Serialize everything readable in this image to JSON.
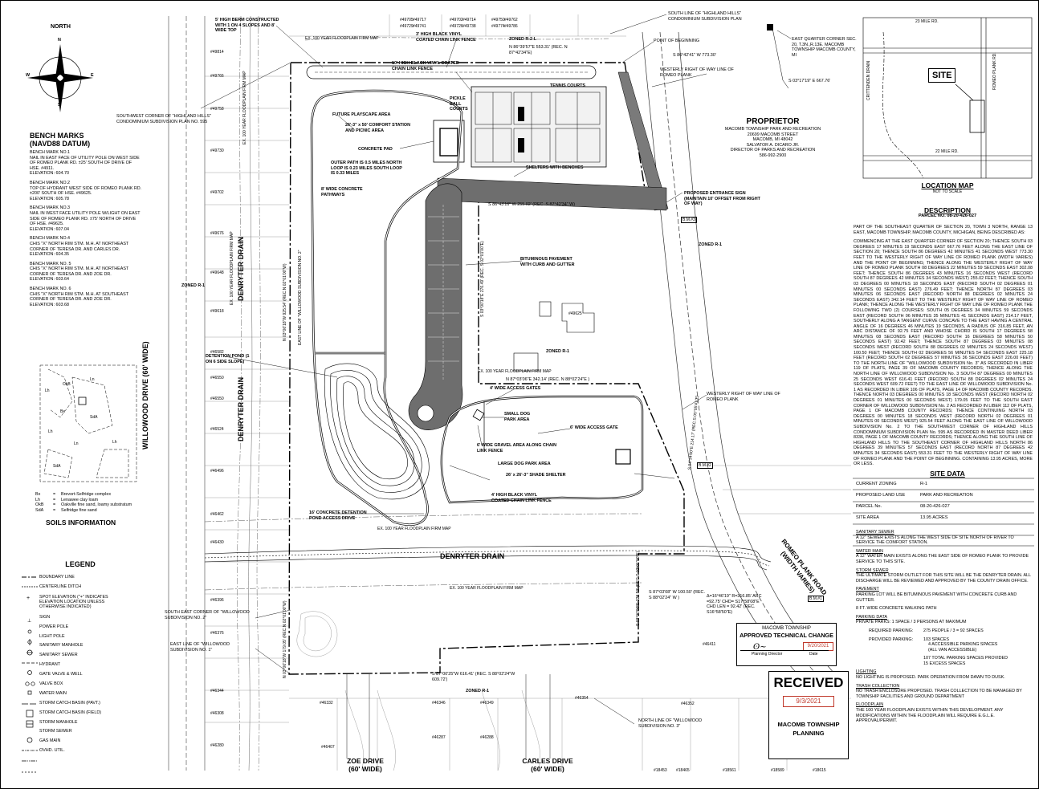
{
  "north_arrow": {
    "north_label": "NORTH",
    "n": "N",
    "s": "S",
    "e": "E",
    "w": "W"
  },
  "bench_marks": {
    "title": "BENCH MARKS",
    "datum": "(NAVD88 DATUM)",
    "items": [
      {
        "name": "BENCH MARK NO.1",
        "text": "NAIL IN EAST FACE OF UTILITY POLE ON WEST SIDE OF ROMEO PLANK RD. ±25' SOUTH OF DRIVE OF HSE. #4911.",
        "elev": "ELEVATION: 604.70"
      },
      {
        "name": "BENCH MARK NO.2",
        "text": "TOP OF HYDRANT WEST SIDE OF ROMEO PLANK RD. ±200' SOUTH OF HSE. #49625.",
        "elev": "ELEVATION: 605.78"
      },
      {
        "name": "BENCH MARK NO.3",
        "text": "NAIL IN WEST FACE UTILITY POLE W/LIGHT ON EAST SIDE OF ROMEO PLANK RD. ±75' NORTH OF DRIVE OF HSE. #49625.",
        "elev": "ELEVATION: 607.04"
      },
      {
        "name": "BENCH MARK NO.4",
        "text": "CHIS \"X\" NORTH RIM STM. M.H. AT NORTHEAST CORNER OF TERESA DR. AND CARLES DR.",
        "elev": "ELEVATION: 604.35"
      },
      {
        "name": "BENCH MARK NO. 5",
        "text": "CHIS \"X\" NORTH RIM STM. M.H. AT NORTHEAST CORNER OF TERESA DR. AND ZOE DR.",
        "elev": "ELEVATION: 603.64"
      },
      {
        "name": "BENCH MARK NO. 6",
        "text": "CHIS \"X\" NORTH RIM STM. M.H. AT SOUTHEAST CORNER OF TERESA DR. AND ZOE DR.",
        "elev": "ELEVATION: 603.68"
      }
    ]
  },
  "soils": {
    "title": "SOILS INFORMATION",
    "map_labels": [
      "Ln",
      "OkB",
      "Lh",
      "Bx",
      "SdA",
      "Lh",
      "Lh",
      "SdA",
      "Ln"
    ],
    "items": [
      {
        "code": "Bx",
        "desc": "Brevort-Selfridge complex"
      },
      {
        "code": "Lh",
        "desc": "Lenawee clay loam"
      },
      {
        "code": "OkB",
        "desc": "Oakville fine sand, loamy substratum"
      },
      {
        "code": "SdA",
        "desc": "Selfridge fine sand"
      }
    ]
  },
  "legend": {
    "title": "LEGEND",
    "items": [
      "BOUNDARY LINE",
      "CENTERLINE DITCH",
      "SPOT ELEVATION (\"+\" INDICATES ELEVATION LOCATION UNLESS OTHERWISE INDICATED)",
      "SIGN",
      "POWER POLE",
      "LIGHT POLE",
      "SANITARY MANHOLE",
      "SANITARY SEWER",
      "HYDRANT",
      "GATE VALVE & WELL",
      "VALVE BOX",
      "WATER MAIN",
      "STORM CATCH BASIN (PAVT.)",
      "STORM CATCH BASIN (FIELD)",
      "STORM MANHOLE",
      "STORM SEWER",
      "GAS MAIN",
      "OVHD. UTIL."
    ]
  },
  "roads": {
    "willowood": "WILLOWOOD DRIVE",
    "willowood_width": "(60' WIDE)",
    "zoe": "ZOE DRIVE",
    "zoe_width": "(60' WIDE)",
    "carles": "CARLES DRIVE",
    "carles_width": "(60' WIDE)",
    "romeo": "ROMEO PLANK ROAD",
    "romeo_width": "(WIDTH VARIES)",
    "denryter": "DENRYTER DRAIN",
    "denryter_west": "DENRYTER DRAIN"
  },
  "callouts": {
    "berm": "5' HIGH BERM CONSTRUCTED WITH 1 ON 4 SLOPES AND 8' WIDE TOP",
    "floodplain": "EX. 100 YEAR FLOODPLAIN FIRM MAP",
    "vinyl_3": "3' HIGH BLACK VINYL COATED CHAIN LINK FENCE",
    "zoned_r2l": "ZONED R-2-L",
    "north_bearing": "N 86°39'57\"E 553.31' (REC. N 87°42'34\"E)",
    "vinyl_10": "10' HIGH BLACK VINYL COATED CHAIN LINK FENCE",
    "tennis": "TENNIS COURTS",
    "pickle": "PICKLE BALL COURTS",
    "playscape": "FUTURE PLAYSCAPE AREA",
    "comfort": "26'-3\" x 50' COMFORT STATION AND PICNIC AREA",
    "pad": "CONCRETE PAD",
    "paths": "OUTER PATH IS 0.5 MILES NORTH LOOP IS 0.23 MILES SOUTH LOOP IS 0.33 MILES",
    "pathways": "8' WIDE CONCRETE PATHWAYS",
    "shelters": "SHELTERS WITH BENCHES",
    "southwest_corner": "SOUTHWEST CORNER OF \"HIGHLAND HILLS\" CONDOMINIUM SUBDIVISION PLAN NO. 595",
    "south_line": "SOUTH LINE OF \"HIGHLAND HILLS\" CONDOMINIUM SUBDIVISION PLAN",
    "pob": "POINT OF BEGINNING",
    "east_quarter": "EAST QUARTER CORNER SEC. 20, T.3N.,R.13E. MACOMB TOWNSHIP MACOMB COUNTY, MI",
    "bearing_top": "S 86°42'41\" W 773.30'",
    "westerly_row": "WESTERLY RIGHT OF WAY LINE OF ROMEO PLANK",
    "bearing_east": "S 03°17'19\" E 667.76'",
    "entrance_sign": "PROPOSED ENTRANCE SIGN (MAINTAIN 10' OFFSET FROM RIGHT OF WAY)",
    "bituminous": "BITUMINOUS PAVEMENT WITH CURB AND GUTTER",
    "zoned_r1_center": "ZONED R-1",
    "zoned_r1_east": "ZONED R-1",
    "zoned_r1_west": "ZONED R-1",
    "zoned_r1_south": "ZONED R-1",
    "detention": "DETENTION POND (1 ON 6 SIDE SLOPE)",
    "access_gates": "4' WIDE ACCESS GATES",
    "small_dog": "SMALL DOG PARK AREA",
    "access_gate": "6' WIDE ACCESS GATE",
    "gravel": "6' WIDE GRAVEL AREA ALONG CHAIN LINK FENCE",
    "large_dog": "LARGE DOG PARK AREA",
    "shade": "26' x 26'-3\" SHADE SHELTER",
    "vinyl_4": "4' HIGH BLACK VINYL COATED CHAIN LINK FENCE",
    "pond_access": "16' CONCRETE DETENTION POND ACCESS DRIVE",
    "westerly_row_2": "WESTERLY RIGHT OF WAY LINE OF ROMEO PLANK",
    "se_corner_2": "SOUTH EAST CORNER OF \"WILLOWOOD SUBDIVISION NO. 2\"",
    "east_line_1": "EAST LINE OF \"WILLOWOOD SUBDIVISION NO. 1\"",
    "north_line_3": "NORTH LINE OF \"WILLOWOOD SUBDIVISION NO. 3\"",
    "arc_data": "Δ=16°46'19\" R=316.85' ARC =92.75' CHD= S17°58'08\"E CHD LEN = 92.42' (REC. S16°58'50\"E)",
    "bearing_se": "S 87°03'08\" W 100.50' (REC. S 88°02'24\" W )",
    "bearing_south": "S 87°00'25\"W 616.41' (REC. S 88°02'24\"W 609.72')",
    "bearing_mid": "S 86°43'16\" W 255.02' (REC. S 87°42'34\" W)",
    "bearing_mid2": "N 87°03'06\"E 342.14' (REC. N 88°02'24\"E )",
    "bearing_west": "N 03°06'18\"W 925.54' (REC.N 02°01'00\"W)",
    "east_line_2": "EAST LINE OF \"WILLOWOOD SUBDIVISION NO. 2\"",
    "bearing_east2": "S 04°34'00\"E 214.17' (REC.S 05°05'41\"E)",
    "bearing_inner": "S 03°00'18\"E 276.49' (REC. S 02°01'00\"E)",
    "bearing_sw": "N 03°06'18\"W 179.05' (REC.N 02°01'00\"W)",
    "bearing_se2": "S 03°00'00\"E 228.53' (REC.S 02°01'00\"E)"
  },
  "bm_tags": [
    "B.M.#3",
    "B.M.#2",
    "B.M.#1"
  ],
  "lot_labels": [
    "#49705",
    "#49717",
    "#49729",
    "#49741",
    "#49702",
    "#49714",
    "#49726",
    "#49738",
    "#49750",
    "#49762",
    "#49774",
    "#49786",
    "#49814",
    "#49766",
    "#49758",
    "#49730",
    "#49702",
    "#49676",
    "#49648",
    "#49618",
    "#46582",
    "#46550",
    "#46550",
    "#46524",
    "#46496",
    "#46462",
    "#46430",
    "#46396",
    "#46376",
    "#46344",
    "#46308",
    "#46280",
    "#46332",
    "#46346",
    "#46349",
    "#46354",
    "#46352",
    "#46411",
    "#46407",
    "#46287",
    "#46288",
    "#18453",
    "#18465",
    "#18561",
    "#18589",
    "#18615",
    "#49625"
  ],
  "proprietor": {
    "title": "PROPRIETOR",
    "lines": [
      "MACOMB TOWNSHIP PARK AND RECREATION",
      "20699 MACOMB STREET",
      "MACOMB, MI  48042",
      "SALVATOR A. DICARO JR.",
      "DIRECTOR OF PARKS AND RECREATION",
      "586-992-2900"
    ]
  },
  "location_map": {
    "title": "LOCATION MAP",
    "subtitle": "NOT TO SCALE",
    "site": "SITE",
    "road_23": "23 MILE RD.",
    "road_22": "22 MILE RD.",
    "crittenden": "CRITTENDEN DRAIN",
    "romeo": "ROMEO PLANK RD."
  },
  "description": {
    "title": "DESCRIPTION",
    "parcel": "PARCEL NO. 08-20-426-027",
    "p1": "PART OF THE SOUTHEAST QUARTER OF SECTION 20, TOWN 3 NORTH, RANGE 13 EAST, MACOMB TOWNSHIP, MACOMB COUNTY, MICHIGAN, BEING DESCRIBED AS:",
    "p2": "COMMENCING AT THE EAST QUARTER CORNER OF SECTION 20; THENCE SOUTH 03 DEGREES 17 MINUTES 19 SECONDS EAST 667.76 FEET ALONG THE EAST LINE OF SECTION 20; THENCE SOUTH 86 DEGREES 42 MINUTES 41 SECONDS WEST 773.30 FEET TO THE WESTERLY RIGHT OF WAY LINE OF ROMEO PLANK (WIDTH VARIES) AND THE POINT OF BEGINNING; THENCE ALONG THE WESTERLY RIGHT OF WAY LINE OF ROMEO PLANK SOUTH 08 DEGREES 22 MINUTES 59 SECONDS EAST 302.08 FEET; THENCE SOUTH 86 DEGREES 43 MINUTES 16 SECONDS WEST (RECORD SOUTH 87 DEGREES 42 MINUTES 34 SECONDS WEST) 255.02 FEET; THENCE SOUTH 03 DEGREES 00 MINUTES 18 SECONDS EAST (RECORD SOUTH 02 DEGREES 01 MINUTES 00 SECONDS EAST) 276.49 FEET; THENCE NORTH 87 DEGREES 03 MINUTES 06 SECONDS EAST (RECORD NORTH 88 DEGREES 02 MINUTES 24 SECONDS EAST) 342.14 FEET TO THE WESTERLY RIGHT OF WAY LINE OF ROMEO PLANK; THENCE ALONG THE WESTERLY RIGHT OF WAY LINE OF ROMEO PLANK THE FOLLOWING TWO (2) COURSES: SOUTH 05 DEGREES 34 MINUTES 59 SECONDS EAST (RECORD SOUTH 06 MINUTES 35 MINUTES 41 SECONDS EAST) 214.17 FEET, SOUTHERLY ALONG A TANGENT CURVE CONCAVE TO THE EAST HAVING A CENTRAL ANGLE OF 16 DEGREES 46 MINUTES 19 SECONDS, A RADIUS OF 316.85 FEET, AN ARC DISTANCE OF 92.75 FEET AND WHOSE CHORD IS SOUTH 17 DEGREES 58 MINUTES 08 SECONDS EAST (RECORD SOUTH 16 DEGREES 58 MINUTES 50 SECONDS EAST) 92.42 FEET; THENCE SOUTH 87 DEGREES 03 MINUTES 08 SECONDS WEST (RECORD SOUTH 88 DEGREES 02 MINUTES 24 SECONDS WEST) 100.50 FEET; THENCE SOUTH 02 DEGREES 56 MINUTES 54 SECONDS EAST 225.18 FEET (RECORD SOUTH 02 DEGREES 57 MINUTES 36 SECONDS EAST 226.00 FEET) TO THE NORTH LINE OF \"WILLOWOOD SUBDIVISION No. 3\" AS RECORDED IN LIBER 119 OF PLATS, PAGE 39 OF MACOMB COUNTY RECORDS; THENCE ALONG THE NORTH LINE OF WILLOWOOD SUBDIVISION No. 3 SOUTH 87 DEGREES 00 MINUTES 25 SECONDS WEST 616.41 FEET (RECORD SOUTH 88 DEGREES 02 MINUTES 24 SECONDS WEST 609.72 FEET) TO THE EAST LINE OF WILLOWOOD SUBDIVISION No. 1 AS RECORDED IN LIBER 106 OF PLATS, PAGE 14 OF MACOMB COUNTY RECORDS. THENCE NORTH 03 DEGREES 00 MINUTES 18 SECONDS WEST (RECORD NORTH 02 DEGREES 01 MINUTES 00 SECONDS WEST) 179.05 FEET TO THE SOUTH EAST CORNER OF WILLOWOOD SUBDIVISION No. 2 AS RECORDED IN LIBER 112 OF PLATS, PAGE 1 OF MACOMB COUNTY RECORDS; THENCE CONTINUING NORTH 03 DEGREES 00 MINUTES 18 SECONDS WEST (RECORD NORTH 02 DEGREES 01 MINUTES 00 SECONDS WEST) 925.54 FEET ALONG THE EAST LINE OF WILLOWOOD SUBDIVISION No. 2 TO THE SOUTHWEST CORNER OF HIGHLAND HILLS CONDOMINIUM SUBDIVISION PLAN No. 595 AS RECORDED IN MASTER DEED LIBER 8336, PAGE 1 OF MACOMB COUNTY RECORDS; THENCE ALONG THE SOUTH LINE OF HIGHLAND HILLS TO THE SOUTHEAST CORNER OF HIGHLAND HILLS NORTH 86 DEGREES 39 MINUTES 57 SECONDS EAST (RECORD NORTH 87 DEGREES 42 MINUTES 34 SECONDS EAST) 553.31 FEET TO THE WESTERLY RIGHT OF WAY LINE OF ROMEO PLANK AND THE POINT OF BEGINNING. CONTAINING 13.95 ACRES, MORE OR LESS."
  },
  "site_data": {
    "title": "SITE DATA",
    "rows": [
      {
        "k": "CURRENT ZONING",
        "v": "R-1"
      },
      {
        "k": "PROPOSED LAND USE",
        "v": "PARK AND RECREATION"
      },
      {
        "k": "PARCEL No.",
        "v": "08-20-426-027"
      },
      {
        "k": "SITE AREA",
        "v": "13.95 ACRES"
      }
    ],
    "sanitary_h": "SANITARY SEWER",
    "sanitary": "A 12\" SEWER EXISTS ALONG THE WEST SIDE OF SITE NORTH OF RIVER TO SERVICE THE COMFORT STATION.",
    "water_h": "WATER MAIN",
    "water": "A 12\" WATER MAIN EXISTS ALONG THE EAST SIDE OF ROMEO PLANK TO PROVIDE SERVICE TO THIS SITE.",
    "storm_h": "STORM SEWER",
    "storm": "THE ULTIMATE STORM OUTLET FOR THIS SITE WILL BE THE DENRYTER DRAIN. ALL DISCHARGE WILL BE REVIEWED AND APPROVED BY THE COUNTY DRAIN OFFICE.",
    "pavement_h": "PAVEMENT",
    "pavement": "PARKING LOT WILL BE BITUMINOUS PAVEMENT WITH CONCRETE CURB AND GUTTER.",
    "walk": "8 FT. WIDE CONCRETE WALKING PATH",
    "parking_h": "PARKING DATA",
    "parking": "PRIVATE PARKS: 1 SPACE / 3 PERSONS AT MAXIMUM",
    "required_k": "REQUIRED PARKING:",
    "required_v": "275 PEOPLE / 3 = 92 SPACES",
    "provided_k": "PROVIDED PARKING:",
    "provided_v1": "103 SPACES",
    "provided_v2": "4 ACCESSIBLE PARKING SPACES",
    "provided_v3": "(ALL VAN ACCESSIBLE)",
    "total_v1": "107 TOTAL PARKING SPACES PROVIDED",
    "total_v2": "15 EXCESS SPACES",
    "lighting_h": "LIGHTING",
    "lighting": "NO LIGHTING IS PROPOSED.  PARK OPERATION FROM DAWN TO DUSK.",
    "trash_h": "TRASH COLLECTION",
    "trash": "NO TRASH ENCLOSURE PROPOSED.  TRASH COLLECTION TO BE MANAGED BY TOWNSHIP FACILITIES AND GROUND DEPARTMENT",
    "flood_h": "FLOODPLAIN",
    "flood": "THE 100 YEAR FLOODPLAIN EXISTS WITHIN THIS DEVELOPMENT. ANY MODIFICATIONS WITHIN THE FLOODPLAIN WILL REQUIRE E.G.L.E. APPROVAL/PERMIT."
  },
  "stamp_approved": {
    "org": "MACOMB TOWNSHIP",
    "title": "APPROVED TECHNICAL CHANGE",
    "date": "9/20/2021",
    "left_label": "Planning Director",
    "right_label": "Date"
  },
  "stamp_received": {
    "title": "RECEIVED",
    "date": "9/3/2021",
    "org1": "MACOMB TOWNSHIP",
    "org2": "PLANNING"
  },
  "colors": {
    "ink": "#000000",
    "stamp_red": "#c0392b",
    "pavement": "#6e6e6e",
    "grid": "#8a8a8a"
  }
}
